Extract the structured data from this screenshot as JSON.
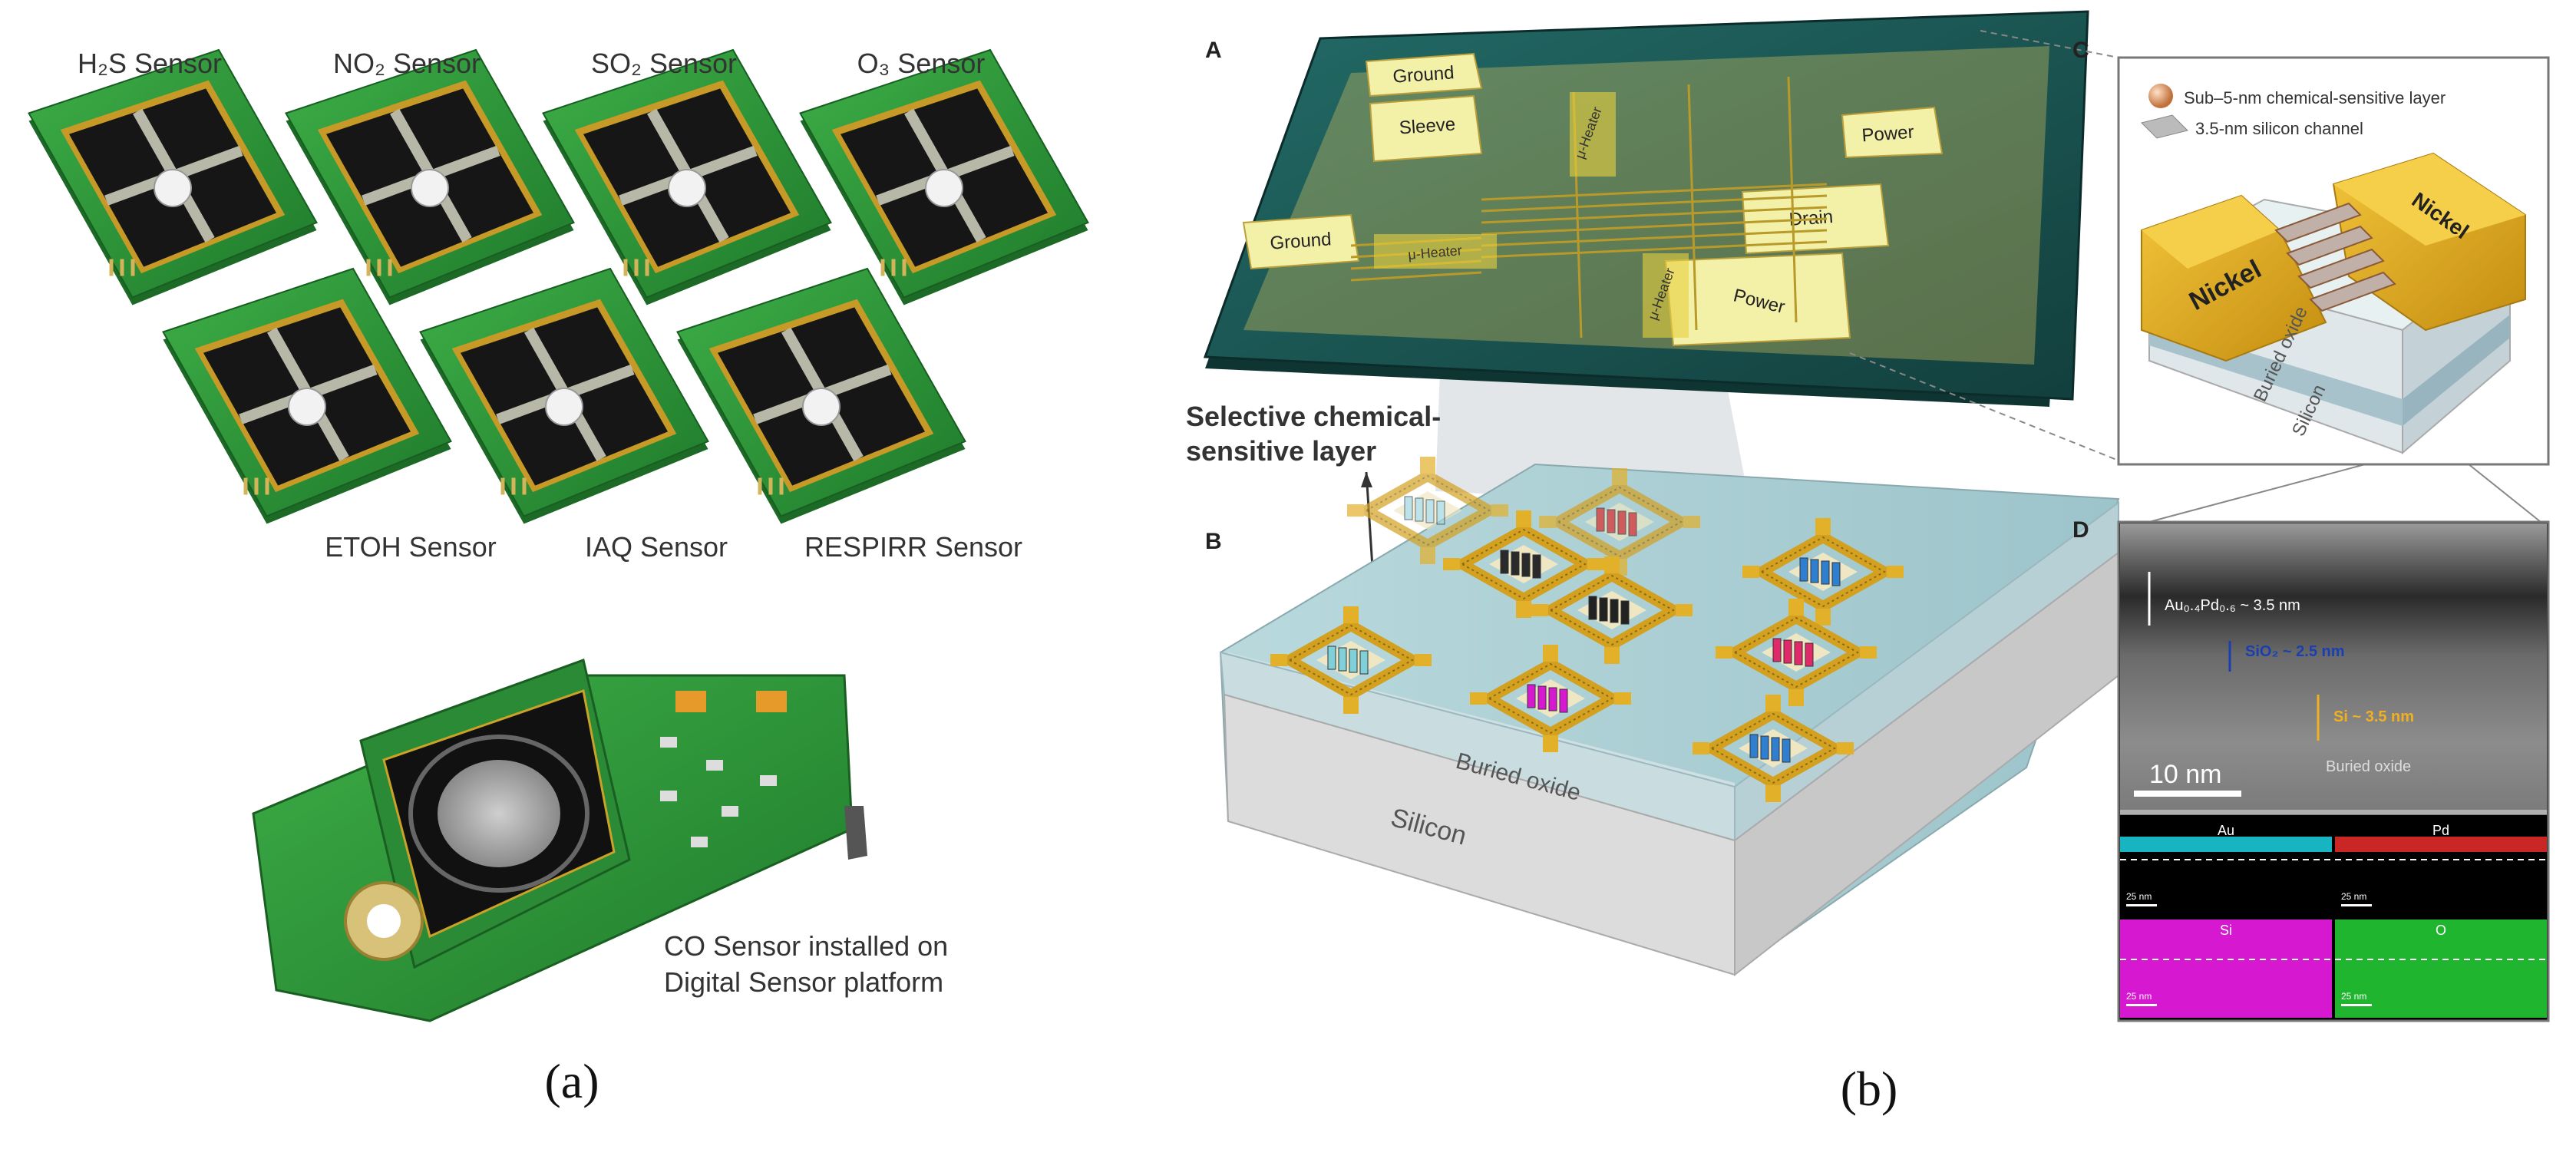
{
  "panel_a": {
    "sensors_row1": [
      {
        "label": "H₂S Sensor"
      },
      {
        "label": "NO₂ Sensor"
      },
      {
        "label": "SO₂ Sensor"
      },
      {
        "label": "O₃ Sensor"
      }
    ],
    "sensors_row2": [
      {
        "label": "ETOH Sensor"
      },
      {
        "label": "IAQ Sensor"
      },
      {
        "label": "RESPIRR Sensor"
      }
    ],
    "platform_caption_line1": "CO Sensor installed on",
    "platform_caption_line2": "Digital Sensor platform",
    "caption": "(a)"
  },
  "panel_b": {
    "caption": "(b)",
    "label_A": "A",
    "label_B": "B",
    "label_C": "C",
    "label_D": "D",
    "chip_pads": [
      "Ground",
      "Sleeve",
      "Ground",
      "Power",
      "Drain",
      "Power"
    ],
    "heater_label": "μ-Heater",
    "selective_layer_line1": "Selective chemical-",
    "selective_layer_line2": "sensitive layer",
    "substrate_layers": [
      "Buried oxide",
      "Silicon"
    ],
    "legend_items": [
      "Sub–5-nm chemical-sensitive layer",
      "3.5-nm silicon channel"
    ],
    "device_layers": [
      "Nickel",
      "Nickel",
      "Buried oxide",
      "Silicon"
    ],
    "tem_annotations": [
      "Au₀.₄Pd₀.₆ ~ 3.5 nm",
      "SiO₂ ~ 2.5 nm",
      "Si ~ 3.5 nm",
      "Buried oxide"
    ],
    "tem_scale_bar": "10 nm",
    "eds_maps": [
      {
        "element": "Au",
        "scale": "25 nm",
        "color": "#19c9d6"
      },
      {
        "element": "Pd",
        "scale": "25 nm",
        "color": "#e02a2a"
      },
      {
        "element": "Si",
        "scale": "25 nm",
        "color": "#d619d0"
      },
      {
        "element": "O",
        "scale": "25 nm",
        "color": "#1fb52e"
      }
    ]
  },
  "colors": {
    "pcb_green": "#2f9a3a",
    "sensor_black": "#1a1a1a",
    "gold": "#e0b020",
    "chip_teal": "#1f5c5a",
    "substrate_blue": "#a9cdd2"
  }
}
